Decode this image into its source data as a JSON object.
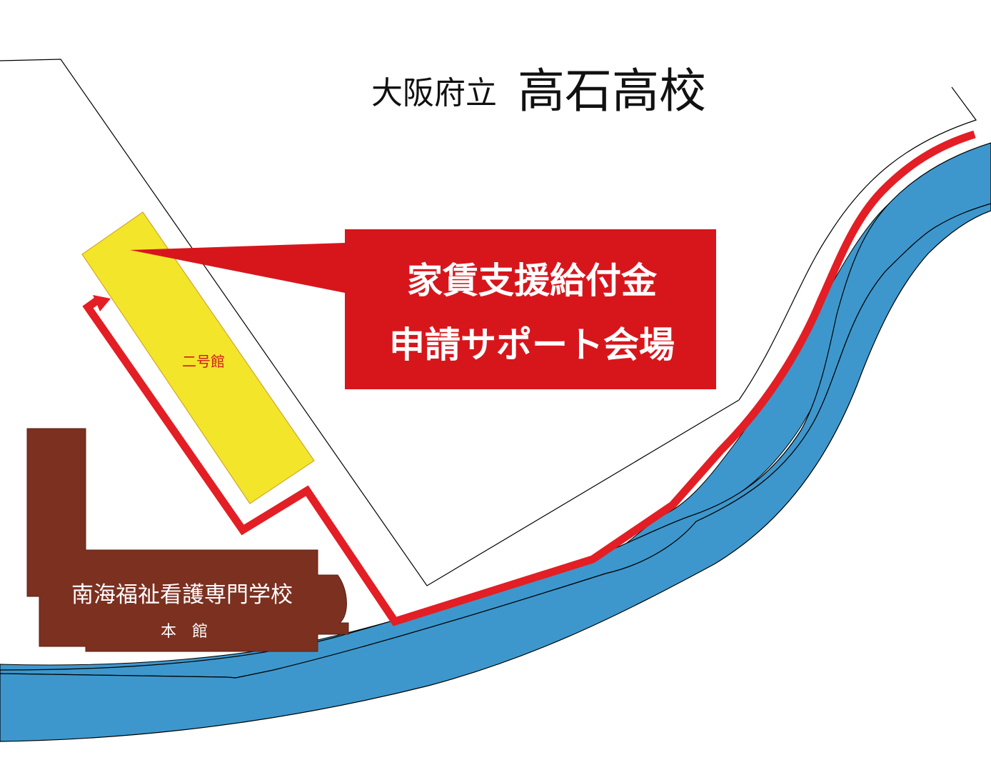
{
  "header": {
    "prefix": "大阪府立",
    "school_name": "高石高校"
  },
  "callout": {
    "line1": "家賃支援給付金",
    "line2": "申請サポート会場"
  },
  "buildings": {
    "annex_label": "二号館",
    "school_label": "南海福祉看護専門学校",
    "main_hall_label": "本　館"
  },
  "colors": {
    "river": "#3d97cc",
    "route": "#e31e24",
    "callout_bg": "#d7161c",
    "annex_fill": "#f3e62a",
    "school_fill": "#7c3020",
    "outline": "#000000"
  },
  "icons": {
    "route_arrow": "arrow-head-icon"
  }
}
